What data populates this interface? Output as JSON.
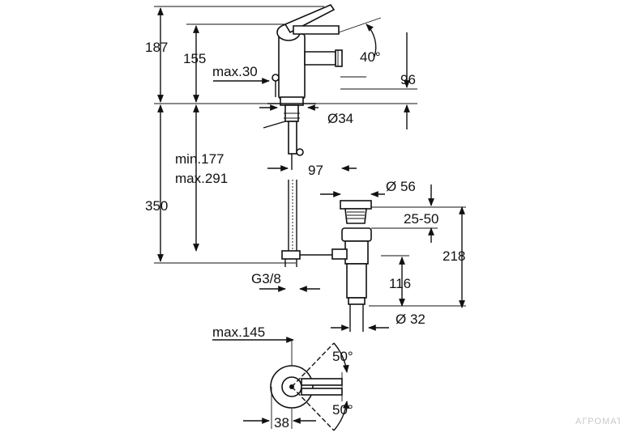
{
  "dimensions": {
    "d187": "187",
    "d155": "155",
    "max30": "max.30",
    "angle40": "40°",
    "d96": "96",
    "dia34": "Ø34",
    "min177": "min.177",
    "max291": "max.291",
    "d350": "350",
    "d97": "97",
    "dia56": "Ø 56",
    "r2550": "25-50",
    "d218": "218",
    "g38": "G3/8",
    "d116": "116",
    "dia32": "Ø 32",
    "max145": "max.145",
    "angle50a": "50°",
    "angle50b": "50°",
    "d38": "38"
  },
  "watermark": "AГРОМАТ"
}
